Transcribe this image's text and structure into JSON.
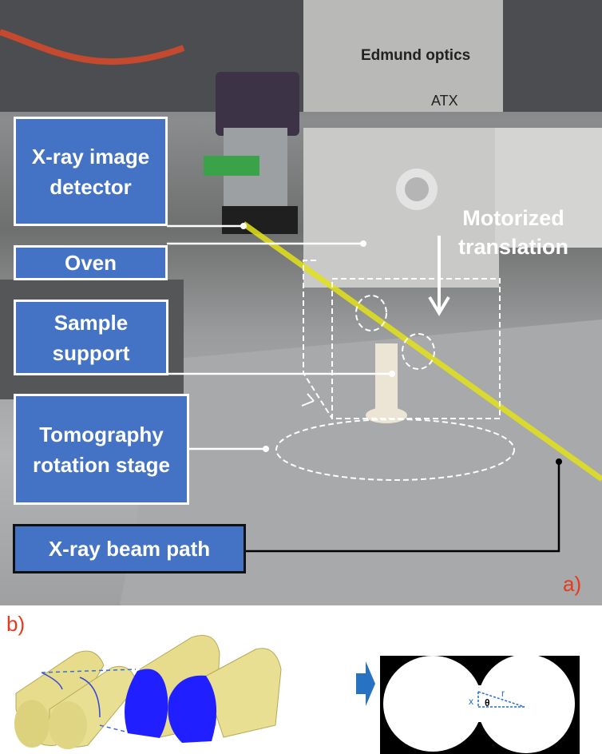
{
  "panel_a": {
    "tag": "a)",
    "labels": {
      "detector": "X-ray image detector",
      "oven": "Oven",
      "sample_support": "Sample support",
      "rotation_stage": "Tomography rotation stage",
      "beam_path": "X-ray beam path",
      "motorized": "Motorized translation"
    },
    "photo_text": [
      "Edmund optics",
      "ATX"
    ]
  },
  "panel_b": {
    "tag": "b)",
    "symbols": {
      "x": "x",
      "r": "r",
      "theta": "θ"
    }
  },
  "colors": {
    "label_bg": "#4472c4",
    "tag": "#e8391d",
    "beam": "#e3e21a",
    "section": "#1f1fff",
    "sample": "#e6dc8c"
  }
}
